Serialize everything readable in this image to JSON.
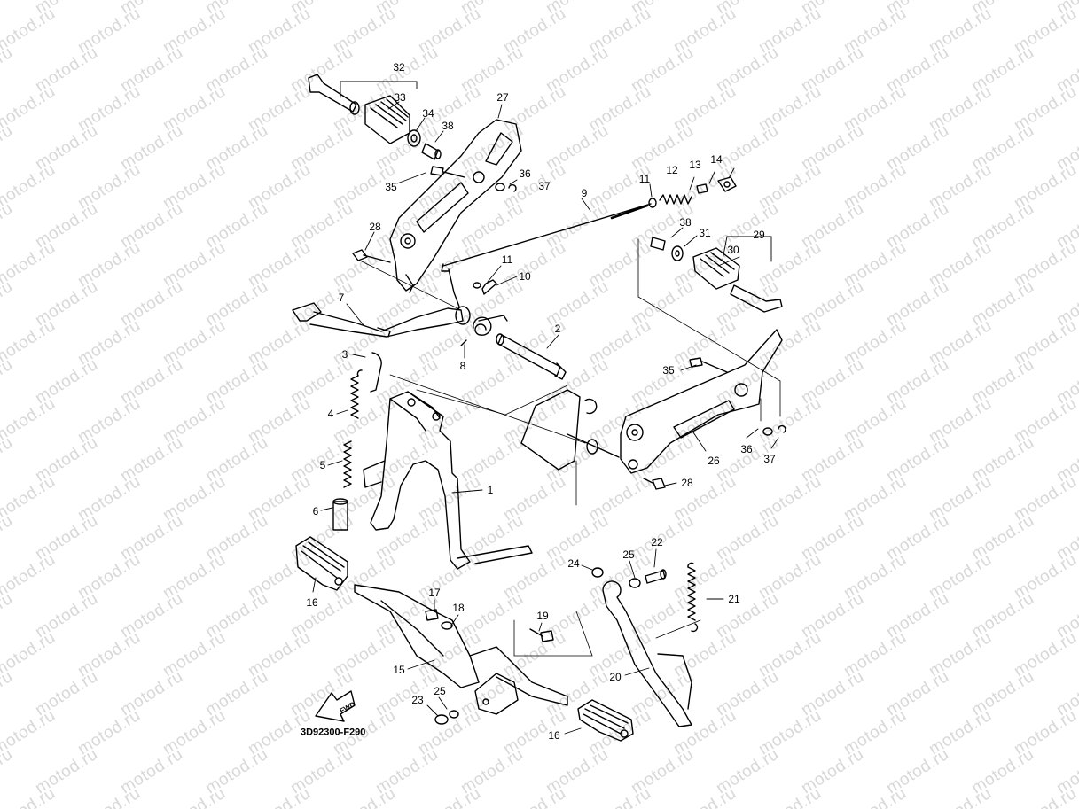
{
  "watermark": "motod.ru",
  "diagram_code": "3D92300-F290",
  "fwd_label": "FWD",
  "part_numbers": [
    "32",
    "33",
    "34",
    "38",
    "27",
    "35",
    "36",
    "37",
    "9",
    "11",
    "12",
    "13",
    "14",
    "28",
    "11",
    "10",
    "38",
    "31",
    "30",
    "29",
    "7",
    "2",
    "8",
    "3",
    "4",
    "35",
    "5",
    "26",
    "36",
    "37",
    "28",
    "1",
    "6",
    "24",
    "25",
    "22",
    "16",
    "17",
    "18",
    "19",
    "21",
    "15",
    "20",
    "25",
    "23",
    "16"
  ],
  "colors": {
    "ink": "#000000",
    "watermark": "#d8d8d8",
    "background": "#ffffff"
  }
}
